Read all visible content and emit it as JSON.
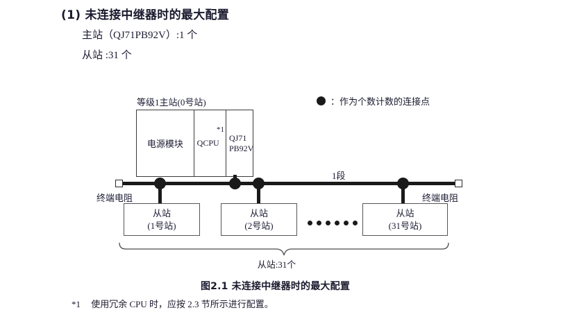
{
  "section": {
    "number": "(1)",
    "title": "未连接中继器时的最大配置",
    "lines": [
      "主站（QJ71PB92V）:1 个",
      "从站 :31 个"
    ]
  },
  "legend": {
    "symbol": "filled-circle",
    "separator": "：",
    "text": "作为个数计数的连接点"
  },
  "diagram": {
    "master_label": "等级1主站(0号站)",
    "segment_label": "1段",
    "rack": {
      "psu": "电源模块",
      "cpu": "QCPU",
      "cpu_footnote": "*1",
      "network_line1": "QJ71",
      "network_line2": "PB92V"
    },
    "terminators": {
      "left": "终端电阻",
      "right": "终端电阻"
    },
    "slaves": [
      {
        "title": "从站",
        "station": "(1号站)"
      },
      {
        "title": "从站",
        "station": "(2号站)"
      },
      {
        "title": "从站",
        "station": "(31号站)"
      }
    ],
    "ellipsis_dot_count": 6,
    "brace_label": "从站:31个"
  },
  "figure": {
    "caption": "图2.1  未连接中继器时的最大配置",
    "footnote_mark": "*1",
    "footnote_text": "使用冗余 CPU 时，应按 2.3 节所示进行配置。"
  },
  "colors": {
    "ink": "#1b1b33",
    "line": "#1a1a1a",
    "box_border": "#555555",
    "background": "#ffffff"
  }
}
